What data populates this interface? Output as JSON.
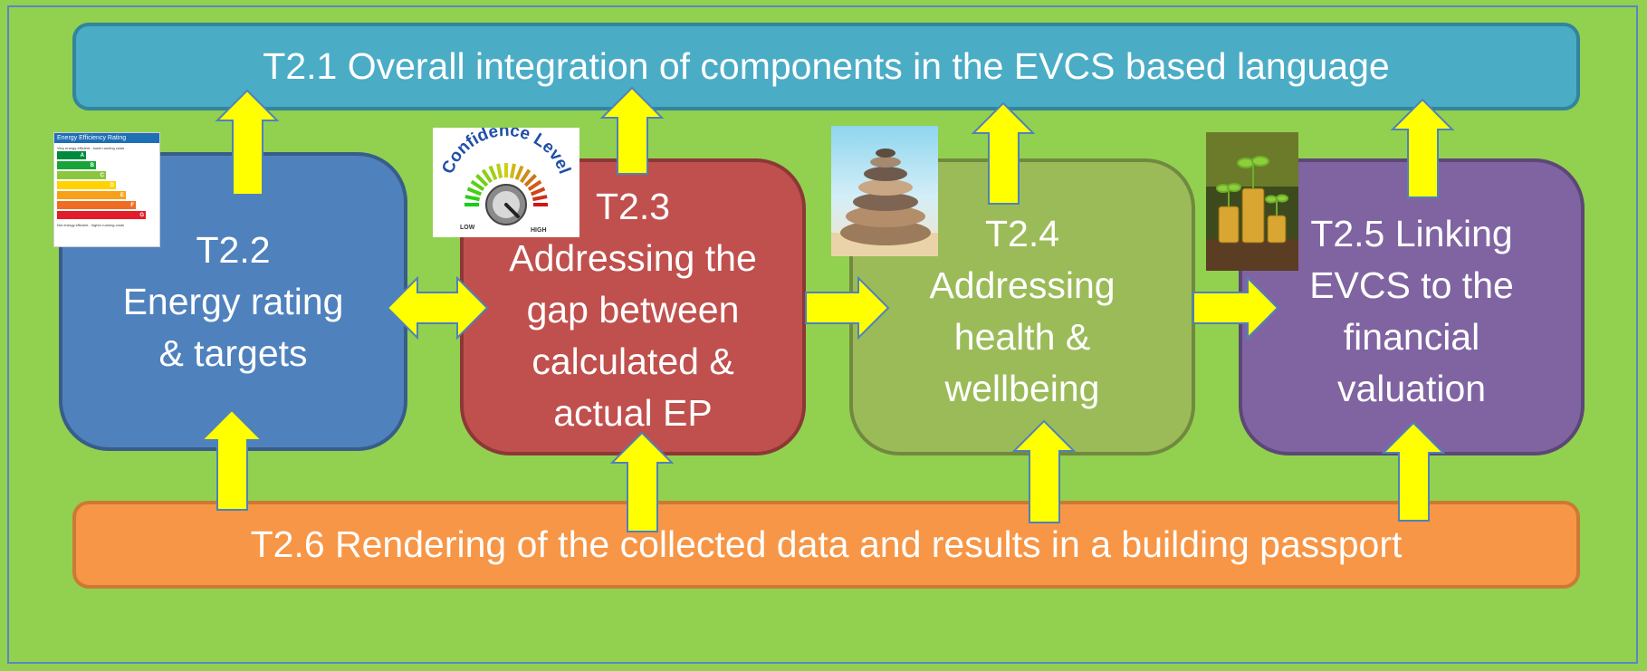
{
  "tasks": {
    "t21": "T2.1 Overall integration of components in the EVCS based language",
    "t22": [
      "T2.2",
      "Energy rating",
      "& targets"
    ],
    "t23": [
      "T2.3",
      "Addressing the",
      "gap between",
      "calculated &",
      "actual EP"
    ],
    "t24": [
      "T2.4",
      "Addressing",
      "health &",
      "wellbeing"
    ],
    "t25": [
      "T2.5 Linking",
      "EVCS to the",
      "financial",
      "valuation"
    ],
    "t26": "T2.6 Rendering of the collected data and results in a building passport"
  },
  "energy_label": {
    "title": "Energy Efficiency Rating",
    "top_note": "Very energy efficient - lower running costs",
    "bottom_note": "Not energy efficient - higher running costs",
    "bands": [
      "A",
      "B",
      "C",
      "D",
      "E",
      "F",
      "G"
    ],
    "band_colors": [
      "#008a3c",
      "#19a43b",
      "#8cc63f",
      "#ffd200",
      "#f7a11a",
      "#ef6d23",
      "#e31d2b"
    ]
  },
  "confidence_gauge": {
    "title": "Confidence Level",
    "low": "LOW",
    "high": "HIGH"
  },
  "icons": {
    "stones": "stacked-stones-icon",
    "coins": "coin-stacks-seedlings-icon"
  },
  "colors": {
    "background": "#92d050",
    "frame": "#5b86c2",
    "arrow_fill": "#ffff00",
    "arrow_stroke": "#4f81bd"
  }
}
